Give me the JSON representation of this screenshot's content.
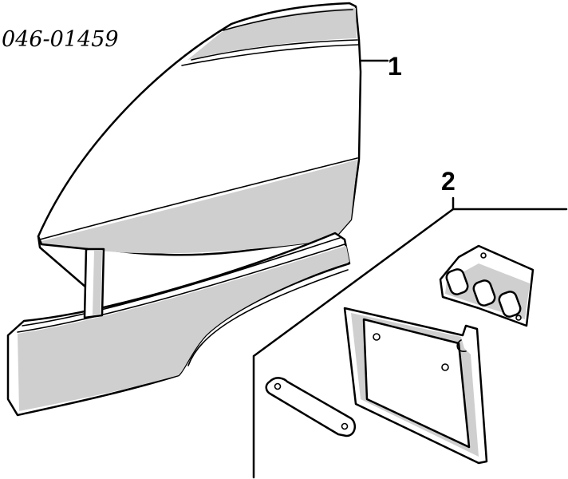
{
  "diagram": {
    "part_code": "046-01459",
    "callouts": [
      {
        "label": "1"
      },
      {
        "label": "2"
      }
    ]
  }
}
